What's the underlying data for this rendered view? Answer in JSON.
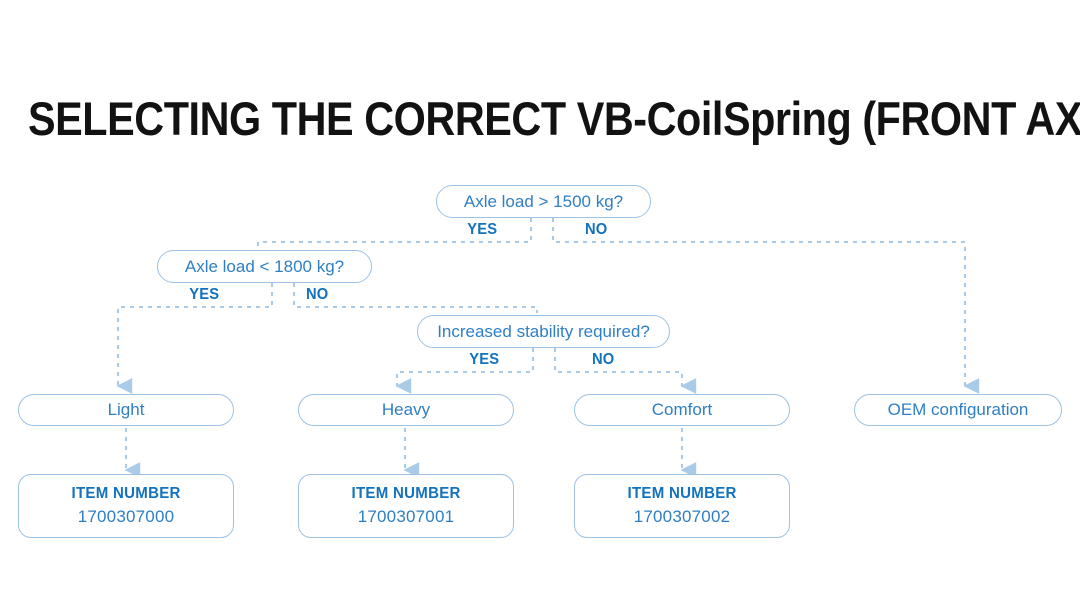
{
  "title": "SELECTING THE CORRECT VB-CoilSpring (FRONT AXLE)",
  "palette": {
    "title_color": "#121212",
    "node_border": "#9dc2e4",
    "node_text": "#2f7fc4",
    "branch_label": "#1272bd",
    "connector": "#a9cbe8",
    "background": "#ffffff"
  },
  "diagram": {
    "type": "decision-tree",
    "branch_labels": {
      "yes": "YES",
      "no": "NO"
    },
    "decisions": [
      {
        "id": "d1",
        "text": "Axle load > 1500 kg?",
        "yes_label": "YES",
        "no_label": "NO",
        "yes_target": "d2",
        "no_target": "r4"
      },
      {
        "id": "d2",
        "text": "Axle load < 1800 kg?",
        "yes_label": "YES",
        "no_label": "NO",
        "yes_target": "r1",
        "no_target": "d3"
      },
      {
        "id": "d3",
        "text": "Increased stability required?",
        "yes_label": "YES",
        "no_label": "NO",
        "yes_target": "r2",
        "no_target": "r3"
      }
    ],
    "results": [
      {
        "id": "r1",
        "text": "Light"
      },
      {
        "id": "r2",
        "text": "Heavy"
      },
      {
        "id": "r3",
        "text": "Comfort"
      },
      {
        "id": "r4",
        "text": "OEM configuration"
      }
    ],
    "items": [
      {
        "id": "i1",
        "heading": "ITEM NUMBER",
        "number": "1700307000",
        "from": "r1"
      },
      {
        "id": "i2",
        "heading": "ITEM NUMBER",
        "number": "1700307001",
        "from": "r2"
      },
      {
        "id": "i3",
        "heading": "ITEM NUMBER",
        "number": "1700307002",
        "from": "r3"
      }
    ]
  }
}
